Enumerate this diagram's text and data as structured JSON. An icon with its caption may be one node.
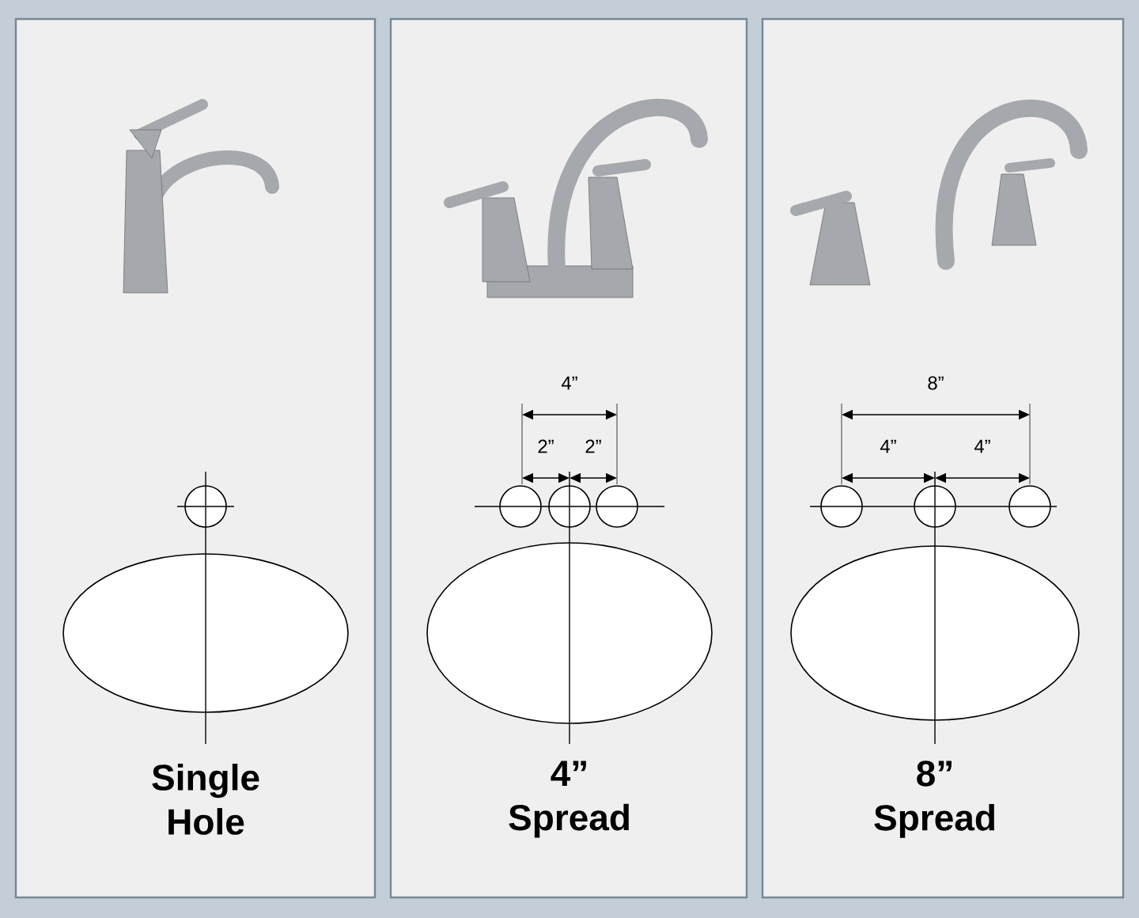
{
  "diagram": {
    "nodes": [
      {
        "text": [
          "Single Hole"
        ]
      },
      {
        "text": [
          "4” Spread"
        ]
      },
      {
        "text": [
          "8” Spread"
        ]
      }
    ],
    "labels": [
      "4”",
      "2”",
      "2”",
      "8”",
      "4”",
      "4”"
    ]
  }
}
